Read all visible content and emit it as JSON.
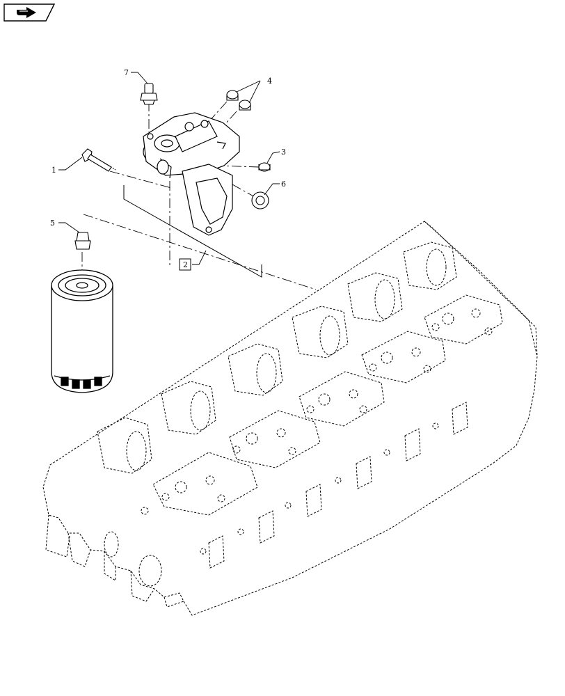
{
  "callouts": [
    {
      "id": "7",
      "text": "7"
    },
    {
      "id": "4",
      "text": "4"
    },
    {
      "id": "3",
      "text": "3"
    },
    {
      "id": "1",
      "text": "1"
    },
    {
      "id": "6",
      "text": "6"
    },
    {
      "id": "5",
      "text": "5"
    },
    {
      "id": "2",
      "text": "2"
    }
  ],
  "icons": {
    "nav": "next-page-arrow-icon"
  }
}
